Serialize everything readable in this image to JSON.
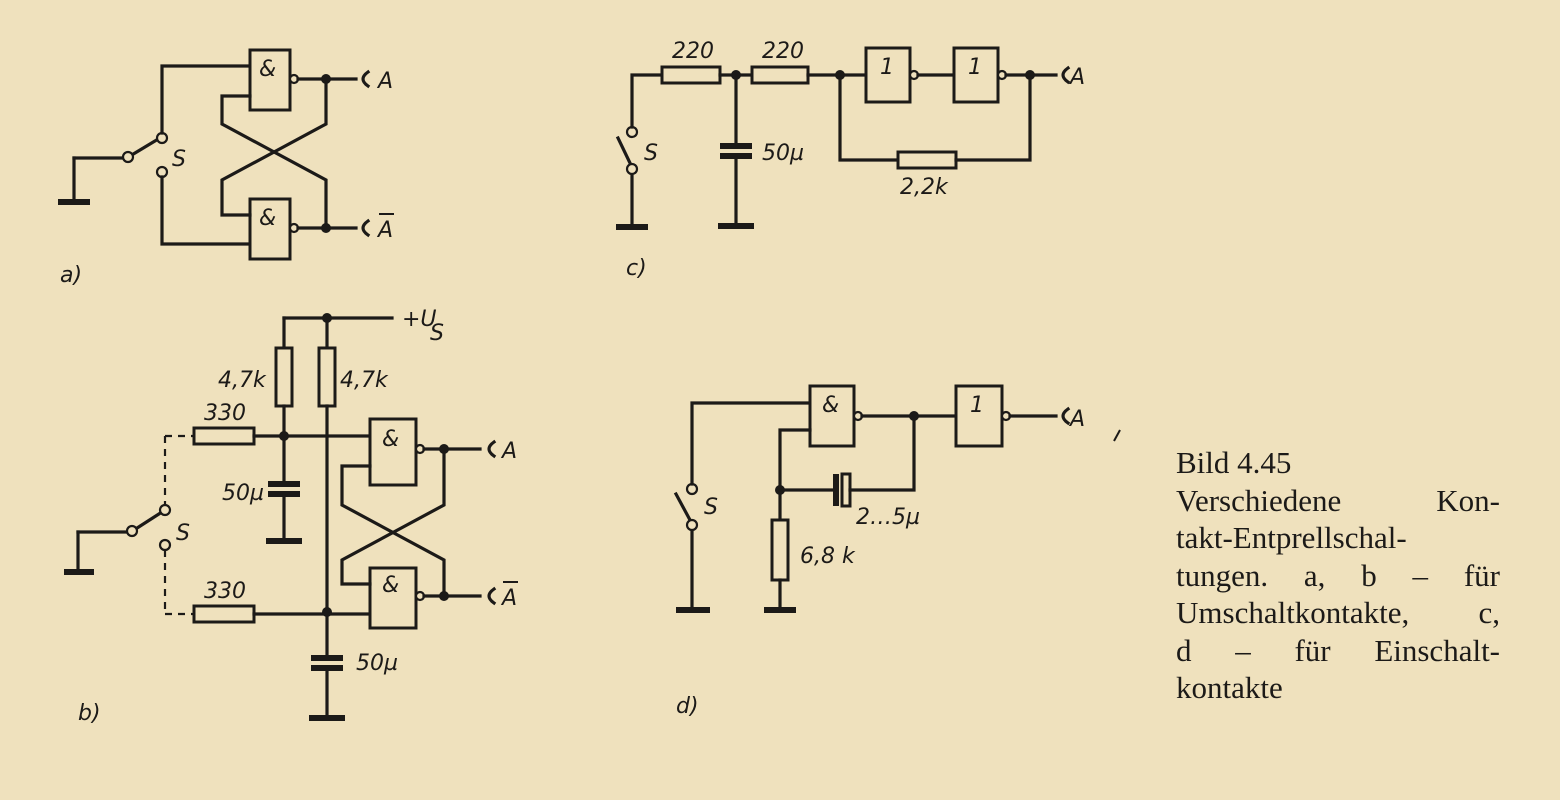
{
  "figure": {
    "number": "Bild 4.45",
    "caption_lines": [
      "Verschiedene Kon-",
      "takt-Entprellschal-",
      "tungen. a, b – für",
      "Umschaltkontakte, c,",
      "d – für Einschalt-",
      "kontakte"
    ]
  },
  "circuits": {
    "a": {
      "tag": "a)",
      "switch": "S",
      "gate_top": "&",
      "gate_bottom": "&",
      "out": "A",
      "out_inv": "A"
    },
    "b": {
      "tag": "b)",
      "switch": "S",
      "supply": "+U",
      "supply_sub": "S",
      "r_pullup_left": "4,7k",
      "r_pullup_right": "4,7k",
      "r_top": "330",
      "r_bottom": "330",
      "c_top": "50µ",
      "c_bottom": "50µ",
      "gate_top": "&",
      "gate_bottom": "&",
      "out": "A",
      "out_inv": "A"
    },
    "c": {
      "tag": "c)",
      "switch": "S",
      "r1": "220",
      "r2": "220",
      "c": "50µ",
      "r_fb": "2,2k",
      "gate1": "1",
      "gate2": "1",
      "out": "A"
    },
    "d": {
      "tag": "d)",
      "switch": "S",
      "gate_nand": "&",
      "gate_not": "1",
      "c": "2…5µ",
      "r": "6,8 k",
      "out": "A"
    }
  }
}
